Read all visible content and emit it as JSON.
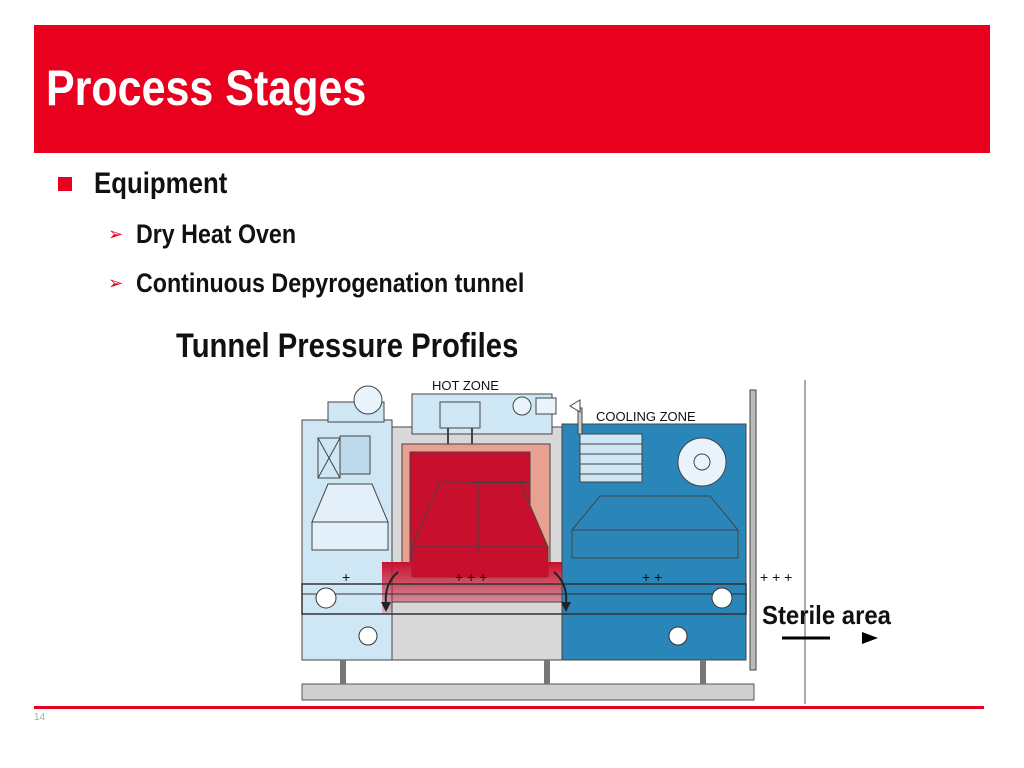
{
  "slide": {
    "title": "Process Stages",
    "bullet_main": "Equipment",
    "sub_bullets": [
      "Dry Heat Oven",
      "Continuous Depyrogenation tunnel"
    ],
    "subtitle": "Tunnel Pressure Profiles",
    "page_number": "14"
  },
  "diagram": {
    "hot_zone_label": "HOT ZONE",
    "cooling_zone_label": "COOLING  ZONE",
    "pressure_left": "+",
    "pressure_hot": "+ + +",
    "pressure_cool": "+ +",
    "pressure_outlet": "+ + +",
    "sterile_label": "Sterile area"
  },
  "colors": {
    "accent": "#e8001e",
    "hot_zone": "#c8102e",
    "cooling_zone": "#2a86b8",
    "inlet_zone": "#cfe6f5"
  }
}
